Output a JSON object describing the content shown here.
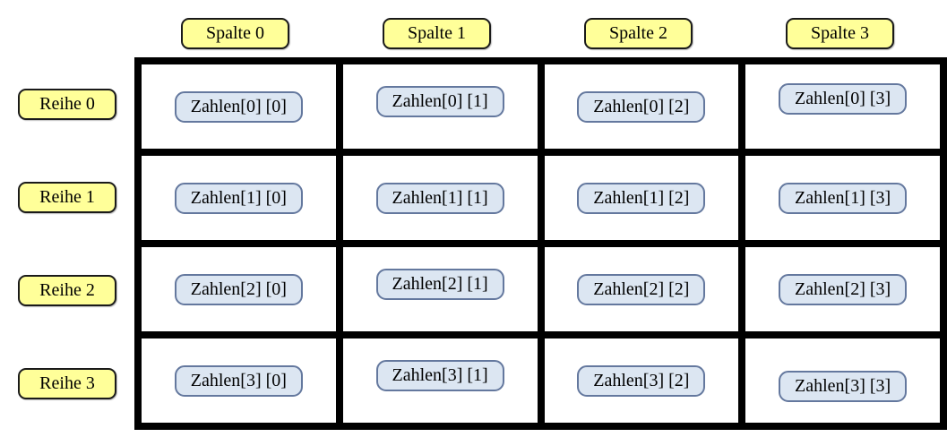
{
  "columns": [
    "Spalte 0",
    "Spalte 1",
    "Spalte 2",
    "Spalte 3"
  ],
  "rows": [
    "Reihe 0",
    "Reihe 1",
    "Reihe 2",
    "Reihe 3"
  ],
  "cells": [
    [
      "Zahlen[0] [0]",
      "Zahlen[0] [1]",
      "Zahlen[0] [2]",
      "Zahlen[0] [3]"
    ],
    [
      "Zahlen[1] [0]",
      "Zahlen[1] [1]",
      "Zahlen[1] [2]",
      "Zahlen[1] [3]"
    ],
    [
      "Zahlen[2] [0]",
      "Zahlen[2] [1]",
      "Zahlen[2] [2]",
      "Zahlen[2] [3]"
    ],
    [
      "Zahlen[3] [0]",
      "Zahlen[3] [1]",
      "Zahlen[3] [2]",
      "Zahlen[3] [3]"
    ]
  ],
  "colors": {
    "row_col_label_fill": "#ffff99",
    "cell_pill_fill": "#dce6f2",
    "cell_pill_border": "#64789e",
    "grid_lines": "#000000",
    "background": "#ffffff"
  }
}
